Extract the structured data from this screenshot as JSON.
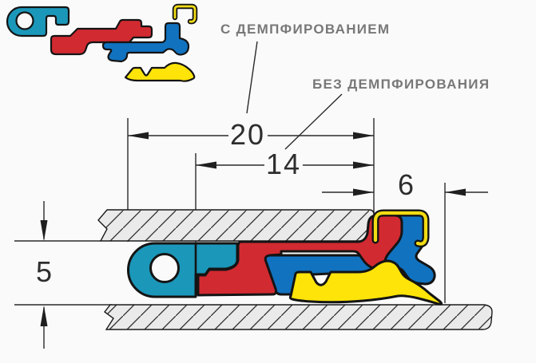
{
  "labels": {
    "damped": "С ДЕМПФИРОВАНИЕМ",
    "undamped": "БЕЗ ДЕМПФИРОВАНИЯ"
  },
  "dimensions": {
    "overall_width": "20",
    "body_width": "14",
    "right_offset": "6",
    "gap_height": "5"
  },
  "colors": {
    "teal": "#1B97B9",
    "red": "#D22A31",
    "blue": "#1172BF",
    "yellow": "#FFE409",
    "clip_yellow": "#F2DC13",
    "panel": "#EAEAEA",
    "background": "#FAFAFA"
  }
}
